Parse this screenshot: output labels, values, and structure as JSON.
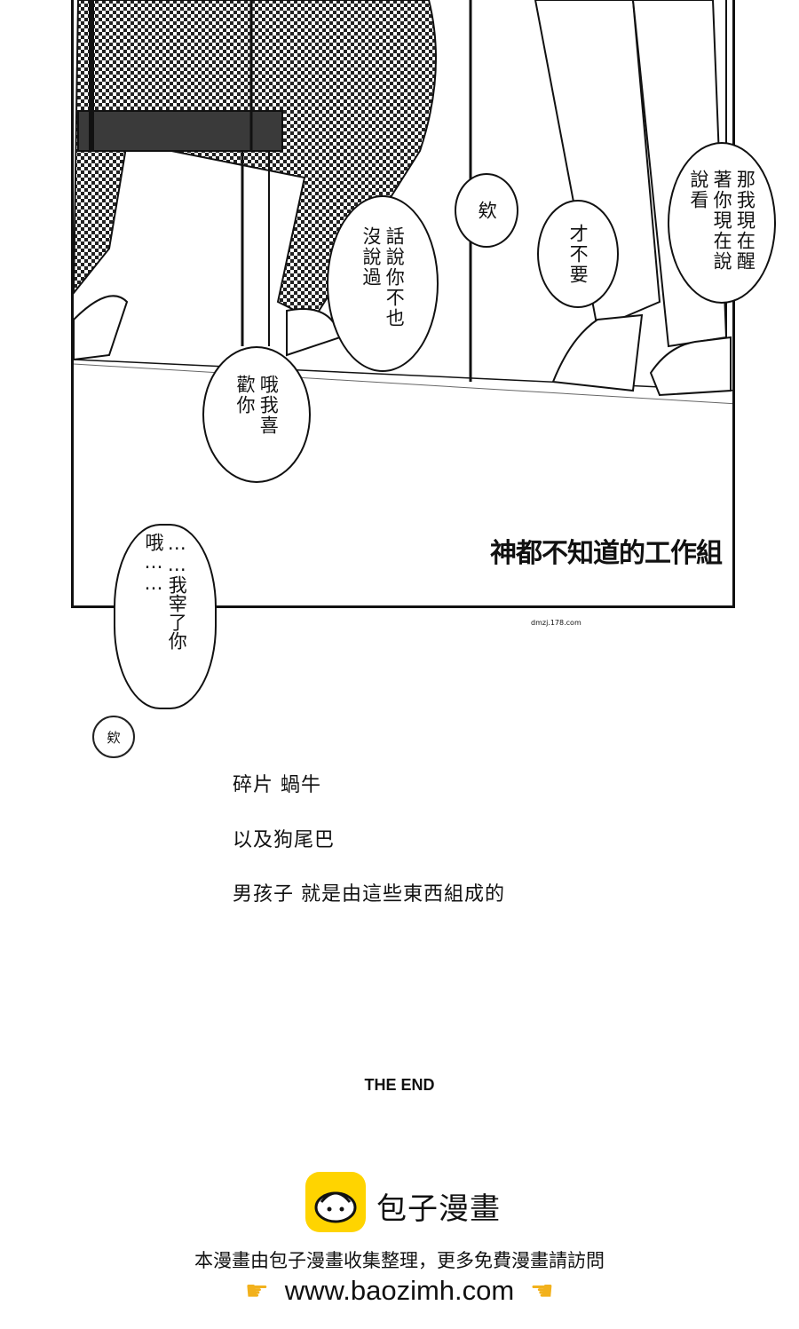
{
  "bubbles": {
    "b1": "那我現在醒著你現在說說看",
    "b2": "欸",
    "b3": "才不要",
    "b4": "話說你不也沒說過",
    "b5": "哦我喜歡你",
    "b6": "……我宰了你哦……"
  },
  "scanlation_group": {
    "name": "神都不知道的工作組",
    "url": "dmzj.178.com"
  },
  "stamp": "欸",
  "captions": {
    "line1": "碎片 蝸牛",
    "line2": "以及狗尾巴",
    "line3": "男孩子 就是由這些東西組成的"
  },
  "end_text": "THE END",
  "footer": {
    "brand_name": "包子漫畫",
    "notice": "本漫畫由包子漫畫收集整理，更多免費漫畫請訪問",
    "url": "www.baozimh.com",
    "icon": "bun-icon",
    "hand_icon": "pointing-hand-icon",
    "brand_color": "#ffd400"
  }
}
